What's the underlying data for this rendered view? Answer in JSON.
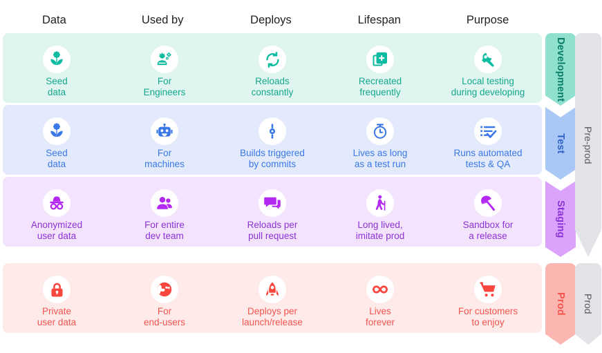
{
  "headers": [
    {
      "label": "Data"
    },
    {
      "label": "Used by"
    },
    {
      "label": "Deploys"
    },
    {
      "label": "Lifespan"
    },
    {
      "label": "Purpose"
    }
  ],
  "rows": [
    {
      "key": "development",
      "stage_label": "Development",
      "color": "#13a88d",
      "background": "#e0f5ef",
      "chevron_color": "#8fe0ce",
      "cells": [
        {
          "icon": "flower-seed-icon",
          "text": "Seed\ndata"
        },
        {
          "icon": "engineer-person-gear-icon",
          "text": "For\nEngineers"
        },
        {
          "icon": "refresh-cycle-icon",
          "text": "Reloads\nconstantly"
        },
        {
          "icon": "copy-add-icon",
          "text": "Recreated\nfrequently"
        },
        {
          "icon": "wrench-icon",
          "text": "Local testing\nduring developing"
        }
      ]
    },
    {
      "key": "test",
      "stage_label": "Test",
      "color": "#3b78e7",
      "background": "#e2eafb",
      "chevron_color": "#a9c8f5",
      "cells": [
        {
          "icon": "flower-seed-icon",
          "text": "Seed\ndata"
        },
        {
          "icon": "robot-icon",
          "text": "For\nmachines"
        },
        {
          "icon": "commit-node-icon",
          "text": "Builds triggered\nby commits"
        },
        {
          "icon": "stopwatch-icon",
          "text": "Lives as long\nas a test run"
        },
        {
          "icon": "checklist-icon",
          "text": "Runs automated\ntests & QA"
        }
      ]
    },
    {
      "key": "staging",
      "stage_label": "Staging",
      "color": "#8b32d6",
      "background": "#f4e3fd",
      "chevron_color": "#dba3fb",
      "cells": [
        {
          "icon": "incognito-hat-glasses-icon",
          "text": "Anonymized\nuser data"
        },
        {
          "icon": "people-group-icon",
          "text": "For entire\ndev team"
        },
        {
          "icon": "comment-discussion-icon",
          "text": "Reloads per\npull request"
        },
        {
          "icon": "walking-cane-person-icon",
          "text": "Long lived,\nimitate prod"
        },
        {
          "icon": "beach-umbrella-icon",
          "text": "Sandbox for\na release"
        }
      ]
    },
    {
      "key": "prod",
      "stage_label": "Prod",
      "color": "#f2554f",
      "background": "#fdeae9",
      "chevron_color": "#fcb6b2",
      "cells": [
        {
          "icon": "lock-icon",
          "text": "Private\nuser data"
        },
        {
          "icon": "globe-icon",
          "text": "For\nend-users"
        },
        {
          "icon": "rocket-icon",
          "text": "Deploys per\nlaunch/release"
        },
        {
          "icon": "infinity-icon",
          "text": "Lives\nforever"
        },
        {
          "icon": "shopping-cart-icon",
          "text": "For customers\nto enjoy"
        }
      ]
    }
  ],
  "groups": [
    {
      "key": "preprod",
      "label": "Pre-prod",
      "color": "#e3e4e8"
    },
    {
      "key": "prod",
      "label": "Prod",
      "color": "#e3e4e8"
    }
  ]
}
